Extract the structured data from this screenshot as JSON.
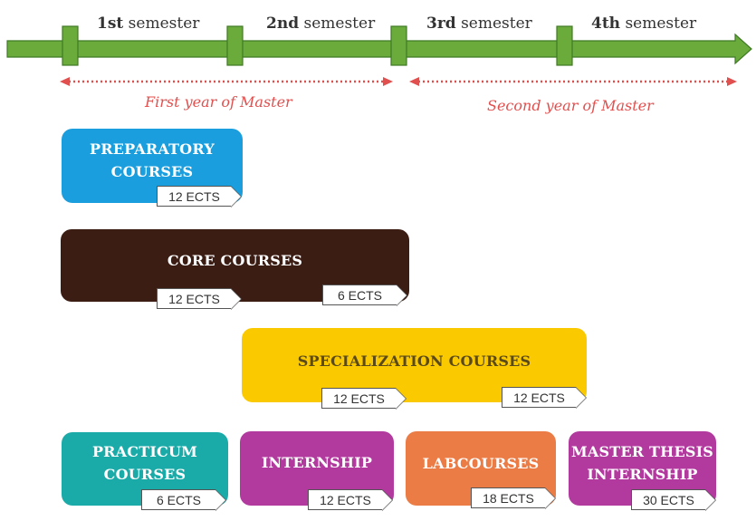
{
  "timeline": {
    "semesters": [
      {
        "number": "1st",
        "word": "semester"
      },
      {
        "number": "2nd",
        "word": "semester"
      },
      {
        "number": "3rd",
        "word": "semester"
      },
      {
        "number": "4th",
        "word": "semester"
      }
    ],
    "years": [
      "First year of Master",
      "Second year of Master"
    ],
    "colors": {
      "axis": "#6aab3c",
      "axis_border": "#3f7a24",
      "year_arrow": "#e0504f"
    }
  },
  "blocks": {
    "preparatory": {
      "label_1": "PREPARATORY",
      "label_2": "COURSES",
      "ects": "12 ECTS",
      "color": "#1a9ede"
    },
    "core": {
      "label": "CORE COURSES",
      "ects_1": "12 ECTS",
      "ects_2": "6 ECTS",
      "color": "#3b1d14"
    },
    "specialization": {
      "label": "SPECIALIZATION COURSES",
      "ects_1": "12 ECTS",
      "ects_2": "12 ECTS",
      "color": "#fbc900"
    },
    "practicum": {
      "label_1": "PRACTICUM",
      "label_2": "COURSES",
      "ects": "6 ECTS",
      "color": "#1aaba8"
    },
    "internship": {
      "label": "INTERNSHIP",
      "ects": "12 ECTS",
      "color": "#b23a9f"
    },
    "labcourses": {
      "label": "LABCOURSES",
      "ects": "18 ECTS",
      "color": "#ec7c45"
    },
    "thesis": {
      "label_1": "MASTER THESIS",
      "label_2": "INTERNSHIP",
      "ects": "30 ECTS",
      "color": "#b23a9f"
    }
  }
}
